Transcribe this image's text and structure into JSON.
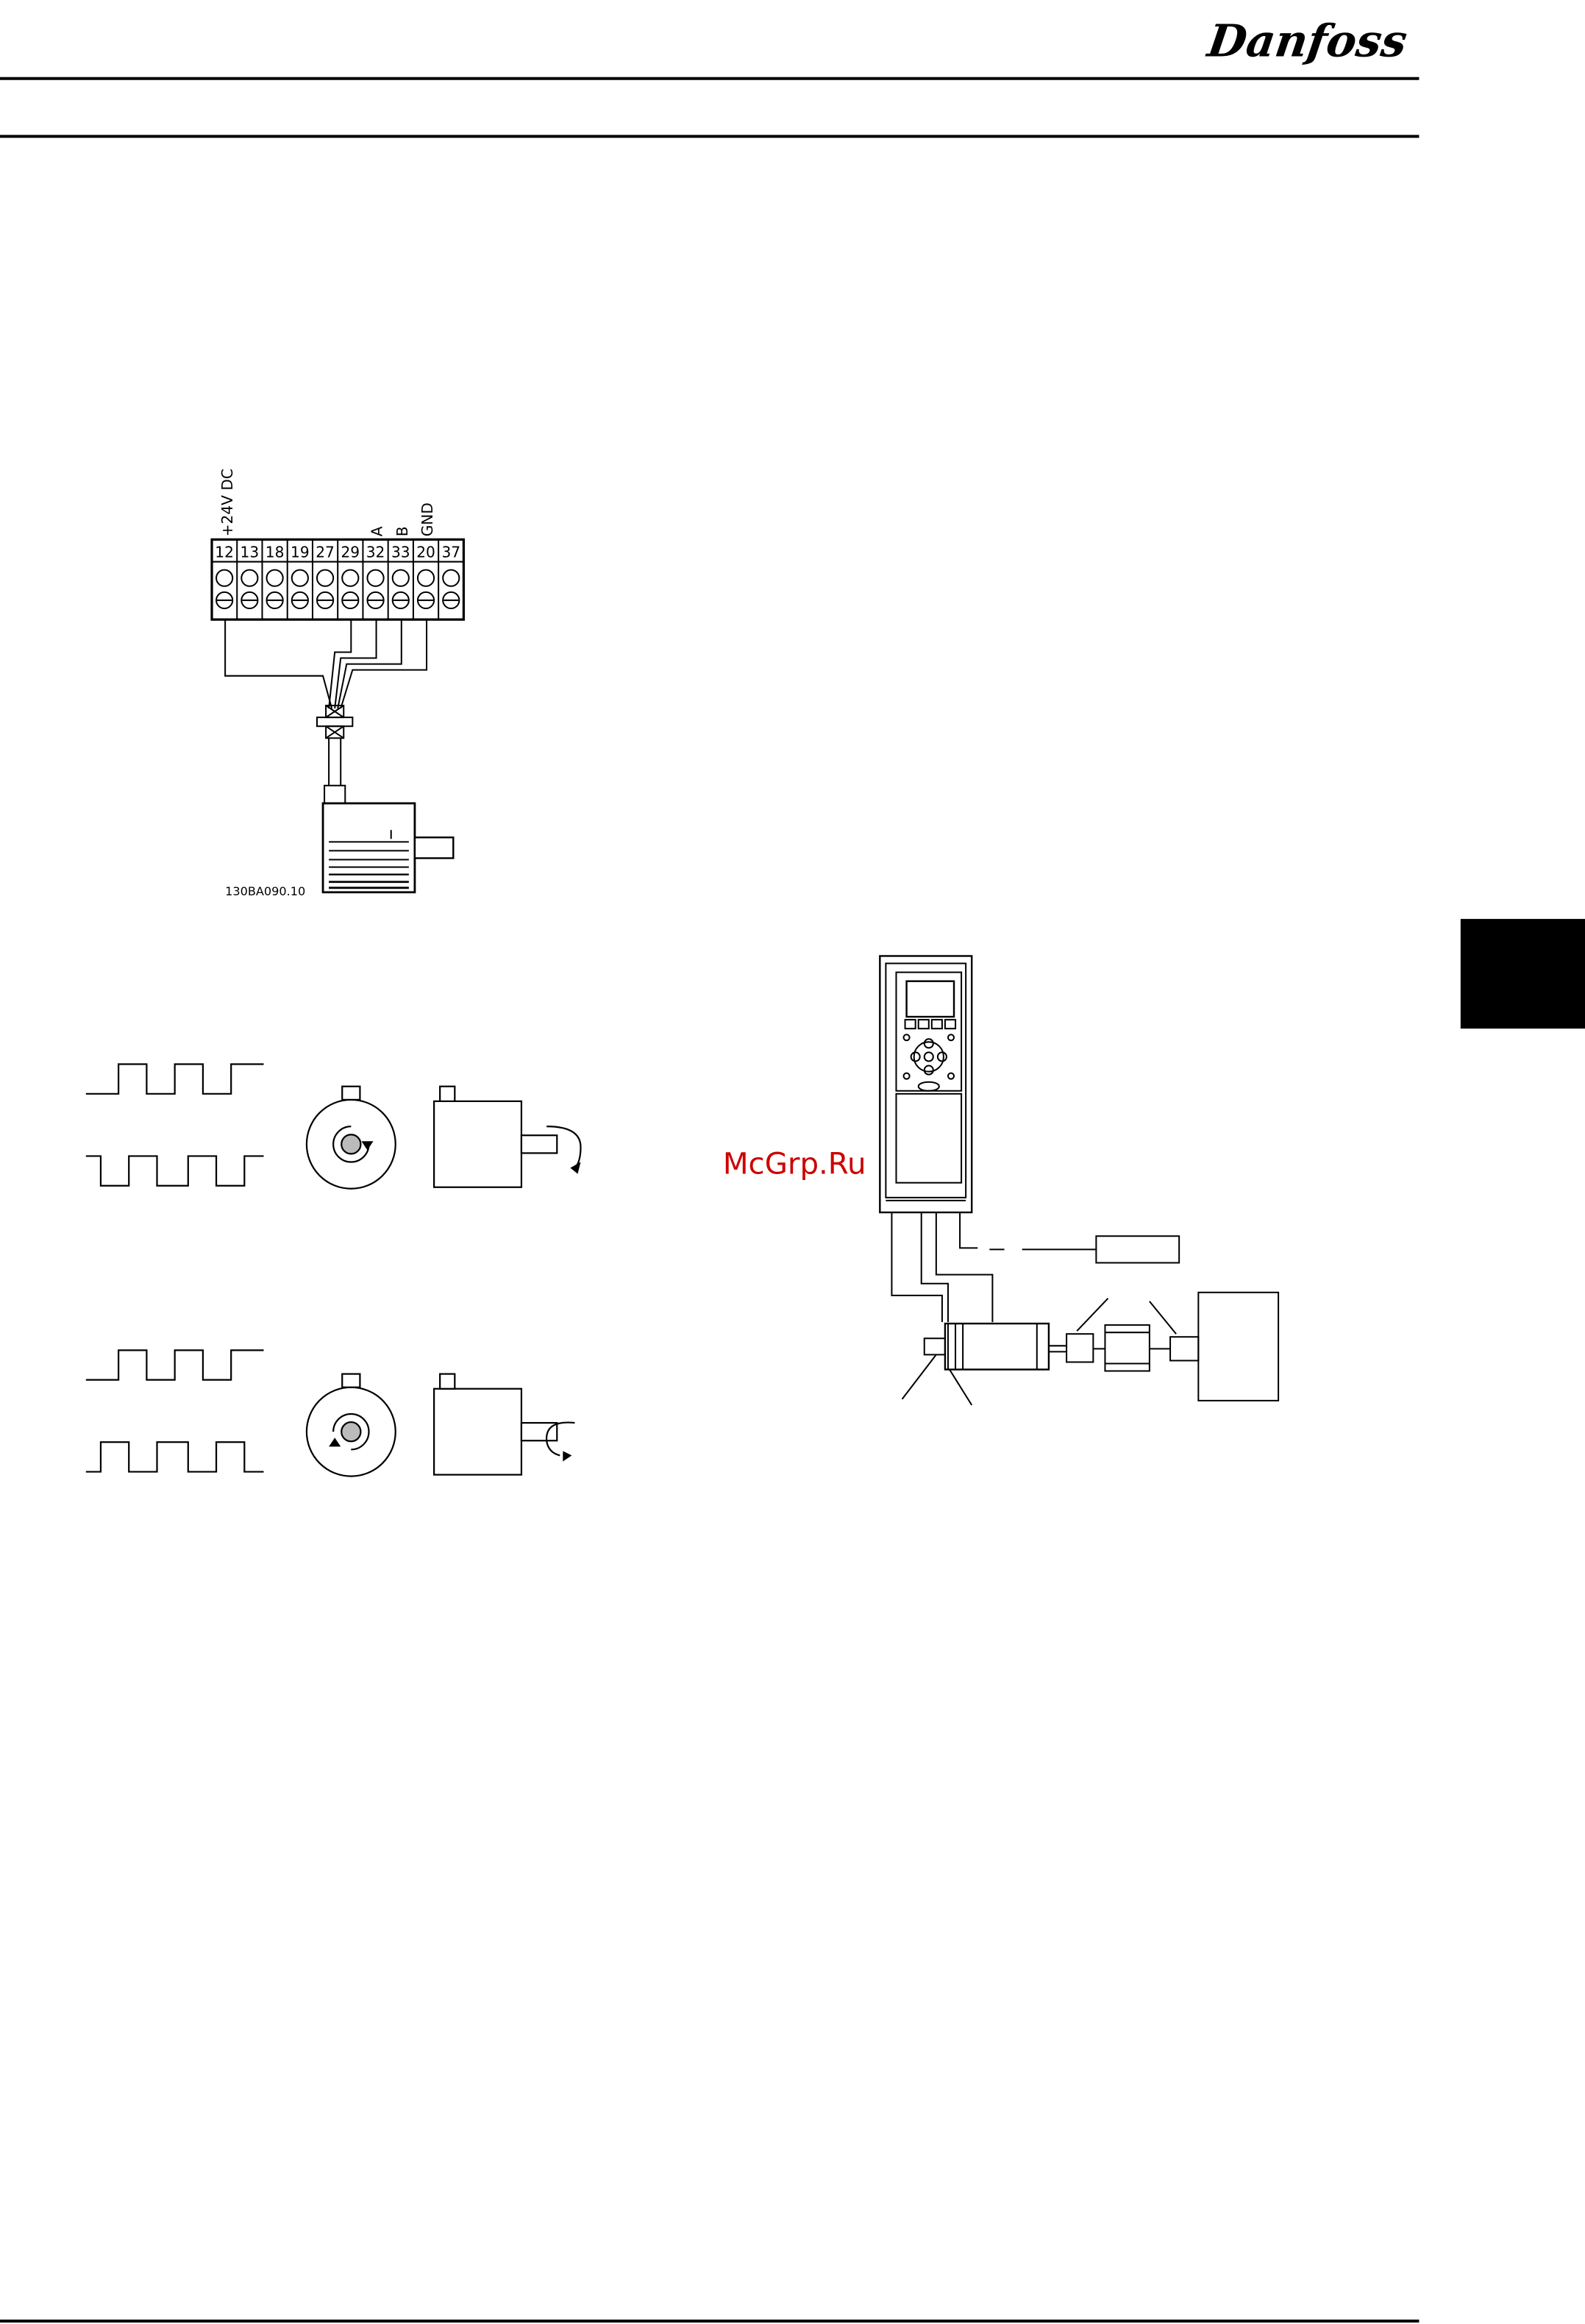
{
  "header": {
    "brand_logo_text": "Danfoss"
  },
  "watermark": {
    "text": "McGrp.Ru",
    "color": "#cc0000"
  },
  "section_tab": {
    "color": "#000000"
  },
  "encoder_wiring_diagram": {
    "terminal_numbers": [
      "12",
      "13",
      "18",
      "19",
      "27",
      "29",
      "32",
      "33",
      "20",
      "37"
    ],
    "terminal_labels": {
      "t12": "+24V DC",
      "t32": "A",
      "t33": "B",
      "t20": "GND"
    },
    "figure_id": "130BA090.10"
  }
}
